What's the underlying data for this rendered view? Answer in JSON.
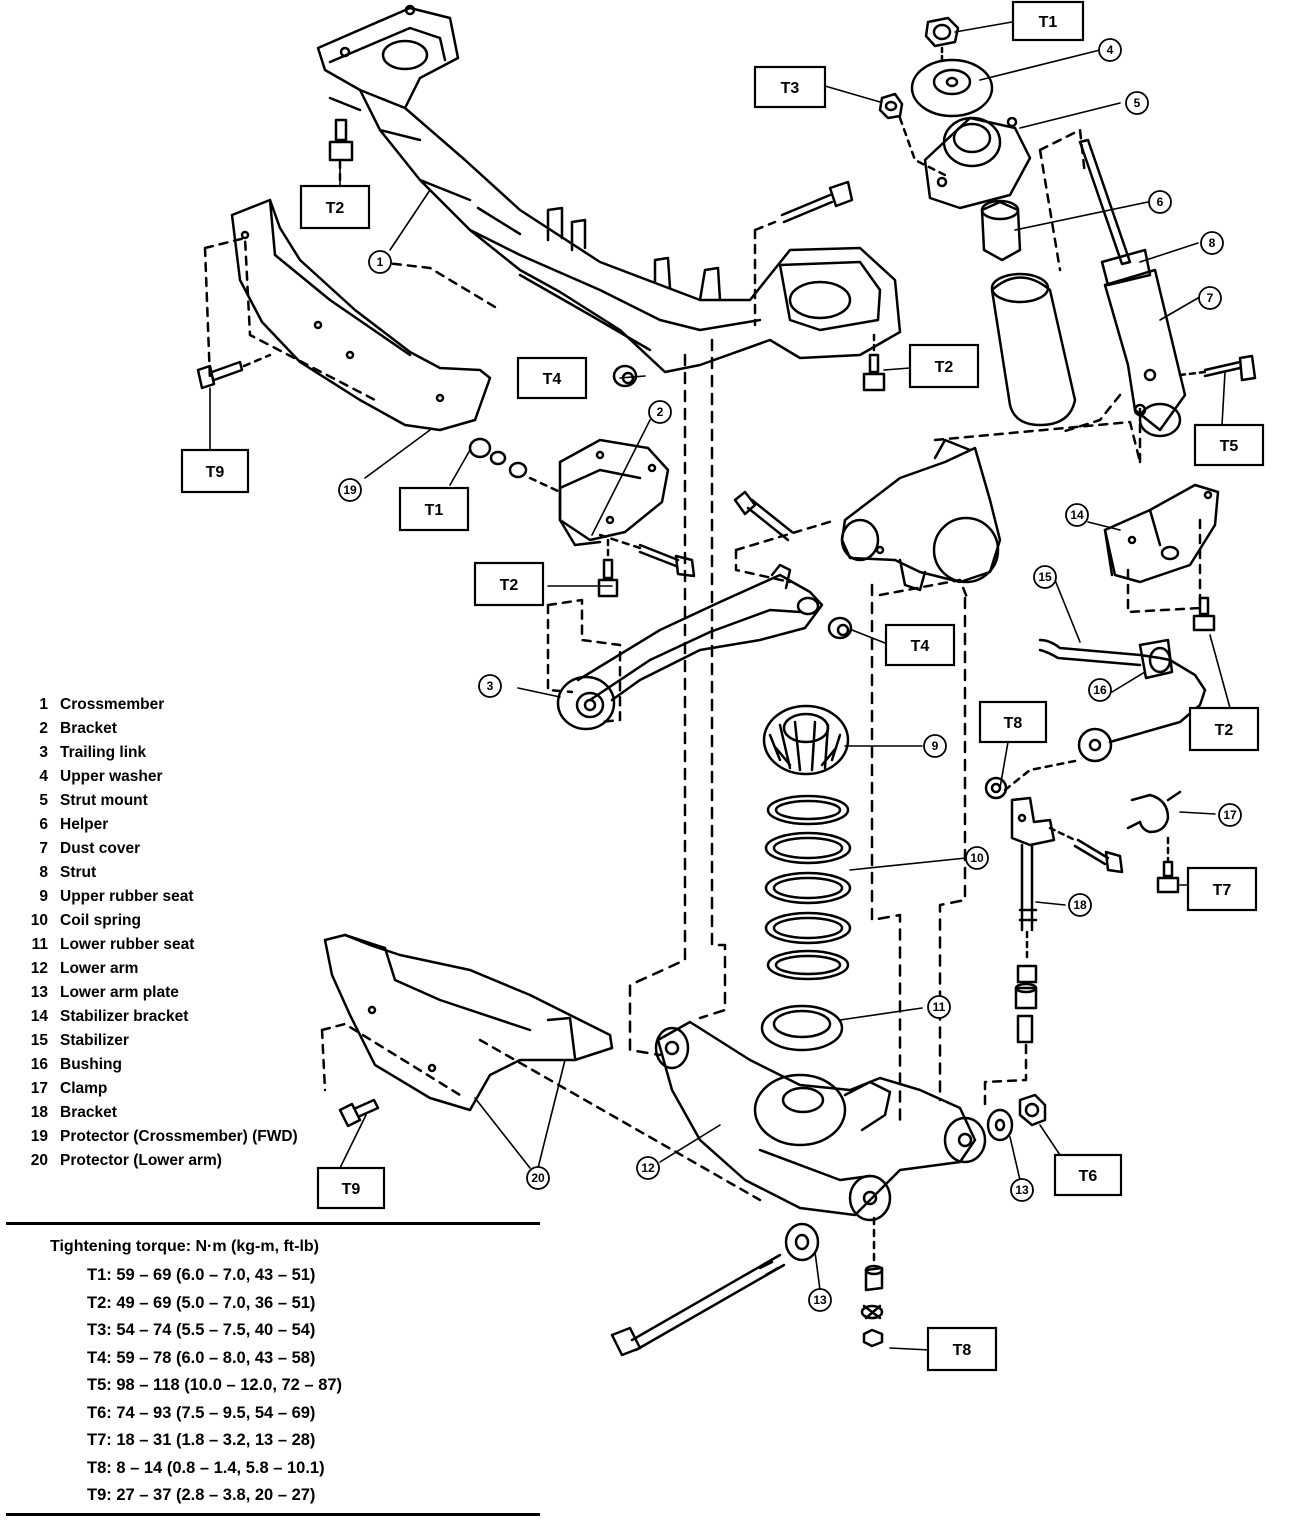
{
  "legend": [
    {
      "num": "1",
      "name": "Crossmember"
    },
    {
      "num": "2",
      "name": "Bracket"
    },
    {
      "num": "3",
      "name": "Trailing link"
    },
    {
      "num": "4",
      "name": "Upper washer"
    },
    {
      "num": "5",
      "name": "Strut mount"
    },
    {
      "num": "6",
      "name": "Helper"
    },
    {
      "num": "7",
      "name": "Dust cover"
    },
    {
      "num": "8",
      "name": "Strut"
    },
    {
      "num": "9",
      "name": "Upper rubber seat"
    },
    {
      "num": "10",
      "name": "Coil spring"
    },
    {
      "num": "11",
      "name": "Lower rubber seat"
    },
    {
      "num": "12",
      "name": "Lower arm"
    },
    {
      "num": "13",
      "name": "Lower arm plate"
    },
    {
      "num": "14",
      "name": "Stabilizer bracket"
    },
    {
      "num": "15",
      "name": "Stabilizer"
    },
    {
      "num": "16",
      "name": "Bushing"
    },
    {
      "num": "17",
      "name": "Clamp"
    },
    {
      "num": "18",
      "name": "Bracket"
    },
    {
      "num": "19",
      "name": "Protector (Crossmember) (FWD)"
    },
    {
      "num": "20",
      "name": "Protector (Lower arm)"
    }
  ],
  "torque": {
    "title": "Tightening torque:  N·m (kg-m, ft-lb)",
    "specs": [
      {
        "id": "T1",
        "value": "59 – 69 (6.0 – 7.0, 43 – 51)"
      },
      {
        "id": "T2",
        "value": "49 – 69 (5.0 – 7.0, 36 – 51)"
      },
      {
        "id": "T3",
        "value": "54 – 74 (5.5 – 7.5, 40 – 54)"
      },
      {
        "id": "T4",
        "value": "59 – 78 (6.0 – 8.0, 43 – 58)"
      },
      {
        "id": "T5",
        "value": "98 – 118 (10.0 – 12.0, 72 – 87)"
      },
      {
        "id": "T6",
        "value": "74 – 93 (7.5 – 9.5, 54 – 69)"
      },
      {
        "id": "T7",
        "value": "18 – 31 (1.8 – 3.2, 13 – 28)"
      },
      {
        "id": "T8",
        "value": "8 – 14 (0.8 – 1.4, 5.8 – 10.1)"
      },
      {
        "id": "T9",
        "value": "27 – 37 (2.8 – 3.8, 20 – 27)"
      }
    ]
  },
  "callouts": {
    "c1": "1",
    "c2": "2",
    "c3": "3",
    "c4": "4",
    "c5": "5",
    "c6": "6",
    "c7": "7",
    "c8": "8",
    "c9": "9",
    "c10": "10",
    "c11": "11",
    "c12": "12",
    "c13a": "13",
    "c13b": "13",
    "c14": "14",
    "c15": "15",
    "c16": "16",
    "c17": "17",
    "c18": "18",
    "c19": "19",
    "c20": "20"
  },
  "torque_tags": {
    "t1_top": "T1",
    "t3": "T3",
    "t2_left": "T2",
    "t4_mid": "T4",
    "t2_mid": "T2",
    "t5": "T5",
    "t9_upper": "T9",
    "t1_mid": "T1",
    "t2_bracket": "T2",
    "t4_lower": "T4",
    "t8_upper": "T8",
    "t2_right": "T2",
    "t7": "T7",
    "t6": "T6",
    "t9_lower": "T9",
    "t8_lower": "T8"
  }
}
